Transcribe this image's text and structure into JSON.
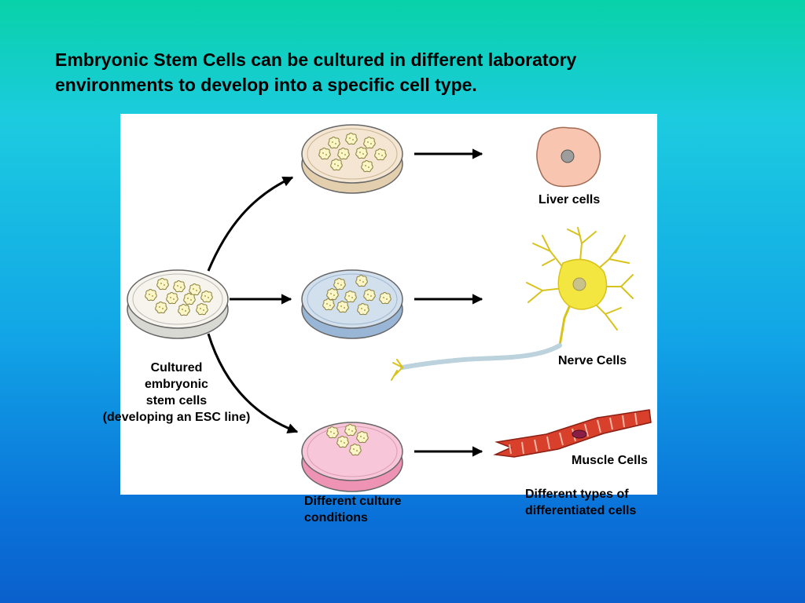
{
  "title": {
    "line1": "Embryonic Stem Cells can be cultured in different laboratory",
    "line2": "environments to develop into a specific cell type."
  },
  "labels": {
    "source_line1": "Cultured",
    "source_line2": "embryonic",
    "source_line3": "stem cells",
    "source_line4": "(developing an ESC line)",
    "liver": "Liver cells",
    "nerve": "Nerve Cells",
    "muscle": "Muscle Cells",
    "conditions_line1": "Different culture",
    "conditions_line2": "conditions",
    "differentiated_line1": "Different types of",
    "differentiated_line2": "differentiated cells"
  },
  "colors": {
    "dish_source": "#f6f4ec",
    "dish_liver": "#f4e6d2",
    "dish_nerve": "#d2e0ee",
    "dish_muscle": "#f7c6d8",
    "liver_cell": "#f8c6b0",
    "nerve_cell": "#f4e640",
    "muscle_cell": "#d8402c"
  },
  "icons": [
    "petri-dish",
    "liver-cell",
    "nerve-cell",
    "muscle-cell",
    "arrow"
  ]
}
